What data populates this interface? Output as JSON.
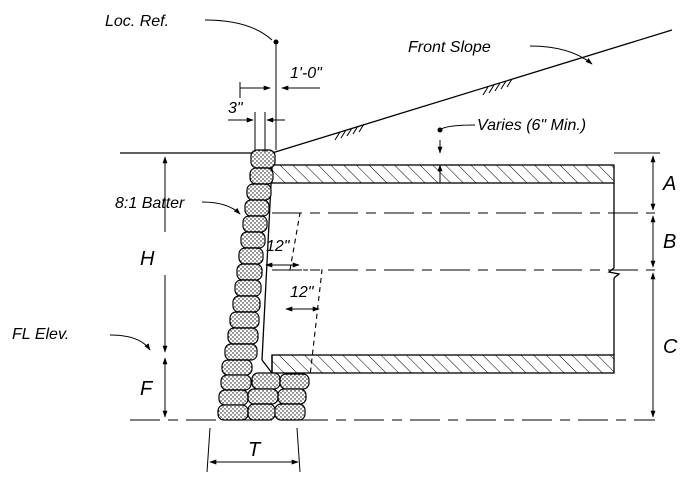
{
  "labels": {
    "loc_ref": "Loc. Ref.",
    "front_slope": "Front Slope",
    "one_foot": "1'-0\"",
    "three_inch": "3\"",
    "varies": "Varies (6\" Min.)",
    "batter": "8:1 Batter",
    "h": "H",
    "twelve_a": "12\"",
    "twelve_b": "12\"",
    "fl_elev": "FL Elev.",
    "f": "F",
    "t": "T",
    "a": "A",
    "b": "B",
    "c": "C"
  },
  "colors": {
    "ink": "#000000",
    "paper": "#ffffff"
  }
}
